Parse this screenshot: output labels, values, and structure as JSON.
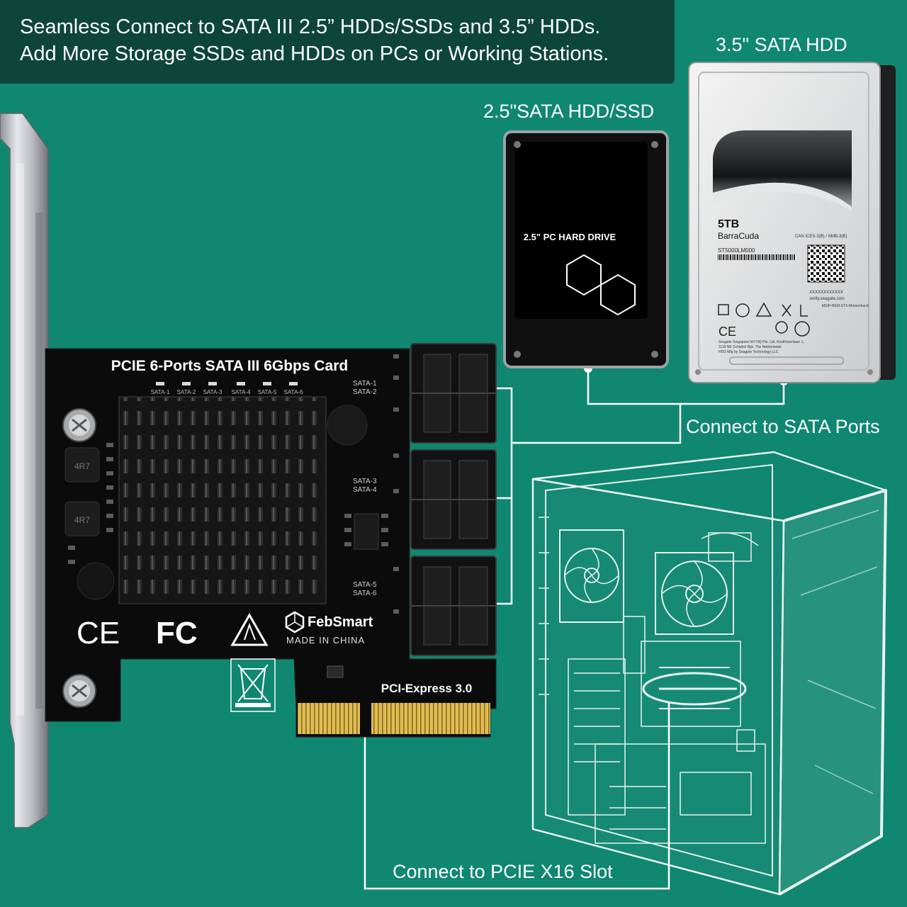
{
  "banner": {
    "line1": "Seamless Connect to SATA III 2.5” HDDs/SSDs and 3.5” HDDs.",
    "line2": "Add More Storage SSDs and HDDs on PCs or Working Stations."
  },
  "labels": {
    "hdd35": "3.5\" SATA HDD",
    "hdd25": "2.5\"SATA HDD/SSD",
    "sata_ports": "Connect to SATA Ports",
    "pcie_slot": "Connect to PCIE X16 Slot"
  },
  "card": {
    "title": "PCIE 6-Ports SATA III 6Gbps Card",
    "leds": [
      "SATA-1",
      "SATA-2",
      "SATA-3",
      "SATA-4",
      "SATA-5",
      "SATA-6"
    ],
    "port_labels": [
      [
        "SATA-1",
        "SATA-2"
      ],
      [
        "SATA-3",
        "SATA-4"
      ],
      [
        "SATA-5",
        "SATA-6"
      ]
    ],
    "brand": "FebSmart",
    "made_in": "MADE IN CHINA",
    "interface": "PCI-Express 3.0",
    "ce": "CE",
    "fc": "FC",
    "inductor": "4R7"
  },
  "drive25": {
    "label": "2.5\" PC HARD DRIVE"
  },
  "drive35": {
    "capacity": "5TB",
    "model": "BarraCuda",
    "part": "ST5000LM000",
    "cert": "CAN ICES-3(B) / NMB-3(B)",
    "site": "verify.seagate.com",
    "serial": "XXXXXXXXXXXX",
    "code": "MSIP-REM-STX-Momentus-E",
    "addr1": "Seagate Singapore Int'l HQ Pte. Ltd, Koolhovenlaan 1,",
    "addr2": "1119 NE Schiphol Rijk, The Netherlands",
    "addr3": "HDD Mfg by Seagate Technology LLC"
  },
  "colors": {
    "background": "#0f8771",
    "banner": "#0d4638",
    "pcb": "#0b0b0b",
    "gold": "#d6b247"
  }
}
